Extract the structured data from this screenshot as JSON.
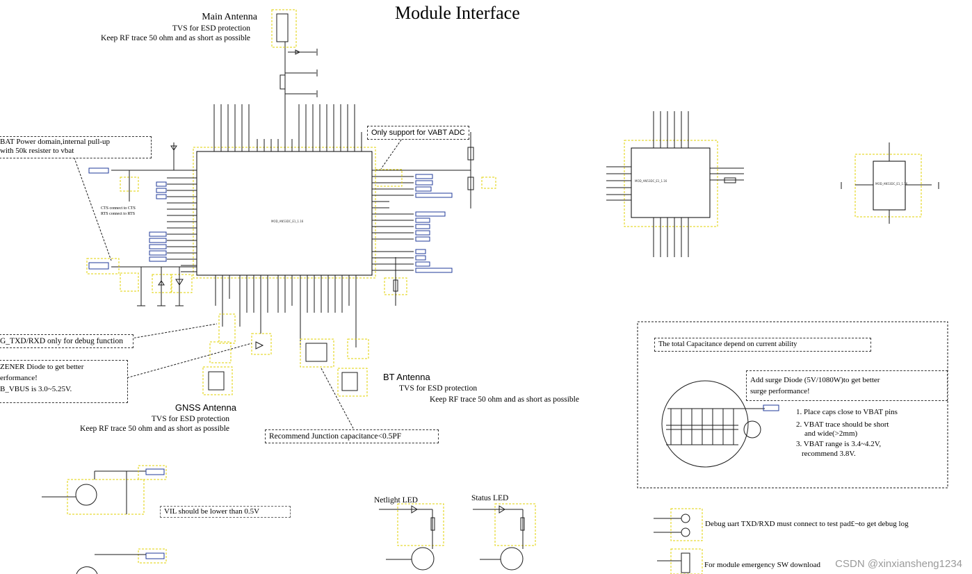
{
  "title": "Module Interface",
  "main_antenna": {
    "heading": "Main Antenna",
    "line1": "TVS for ESD protection",
    "line2": "Keep RF trace 50 ohm and  as short as possible"
  },
  "bt_antenna": {
    "heading": "BT Antenna",
    "line1": "TVS for ESD protection",
    "line2": "Keep RF trace 50 ohm and  as short as possible"
  },
  "gnss_antenna": {
    "heading": "GNSS Antenna",
    "line1": "TVS for ESD protection",
    "line2": "Keep RF trace 50 ohm and  as short as possible"
  },
  "notes": {
    "vbat_domain_1": "BAT Power domain,internal pull-up",
    "vbat_domain_2": "with 50k resister to vbat",
    "vbat_adc": "Only support for VABT ADC",
    "debug_only": "G_TXD/RXD only for debug function",
    "zener_1": "ZENER Diode to get better",
    "zener_2": "erformance!",
    "zener_3": "B_VBUS is 3.0~5.25V.",
    "junction_cap": "Recommend Junction capacitance<0.5PF",
    "cts_1": "CTS connect to CTS",
    "cts_2": "RTS connect to RTS",
    "vil_note": "VIL should be lower than 0.5V",
    "total_cap": "The total Capacitance depend on current ability",
    "surge_1": "Add surge Diode (5V/1080W)to get better",
    "surge_2": "surge performance!",
    "vbat_list_1": "1. Place caps close to VBAT pins",
    "vbat_list_2a": "2. VBAT trace should be short",
    "vbat_list_2b": "and wide(>2mm)",
    "vbat_list_3a": "3. VBAT range is 3.4~4.2V,",
    "vbat_list_3b": "recommend 3.8V.",
    "debug_uart": "Debug uart TXD/RXD must connect to test pad£¬to get debug log",
    "emergency": "For module emergency SW download"
  },
  "leds": {
    "netlight": "Netlight LED",
    "status": "Status LED"
  },
  "watermark": "CSDN @xinxiansheng1234"
}
